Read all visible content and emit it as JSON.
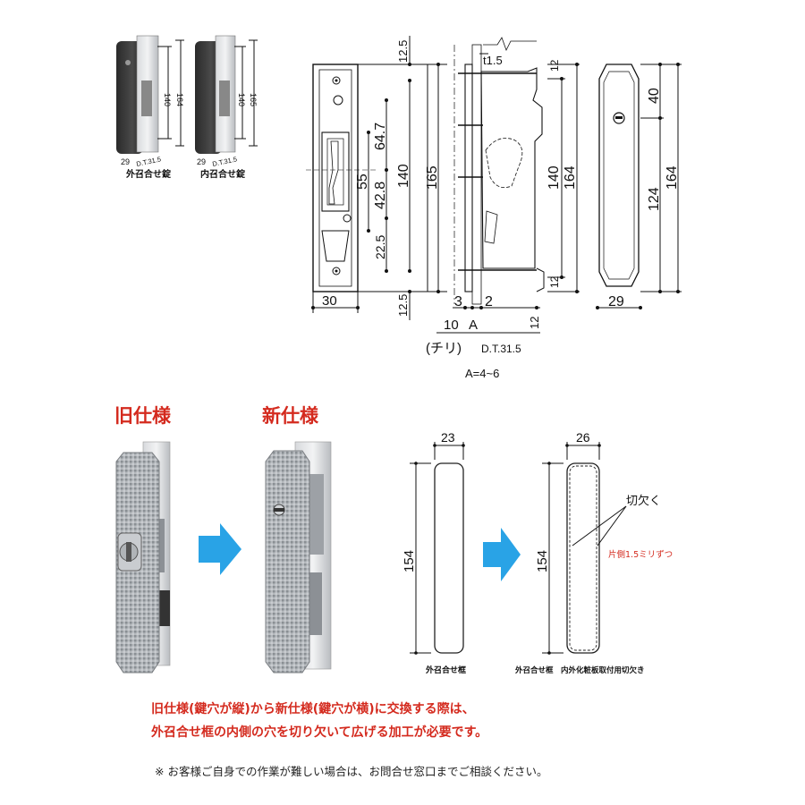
{
  "thumbs": {
    "left": {
      "width": "29",
      "dt": "D.T.31.5",
      "h1": "140",
      "h2": "164",
      "caption": "外召合せ錠"
    },
    "right": {
      "width": "29",
      "dt": "D.T.31.5",
      "h1": "140",
      "h2": "165",
      "caption": "内召合せ錠"
    }
  },
  "front": {
    "width": "30",
    "top": "12.5",
    "bottom": "12.5",
    "a": "64.7",
    "b": "55",
    "c": "42.8",
    "d": "22.5",
    "e": "140",
    "f": "165"
  },
  "side": {
    "t": "t1.5",
    "top": "12",
    "bottom": "12",
    "h1": "140",
    "h2": "164",
    "three": "3",
    "two": "2",
    "ten": "10",
    "a_label": "A",
    "twelve": "12",
    "chiri": "(チリ)",
    "dt": "D.T.31.5",
    "a_range": "A=4~6"
  },
  "back": {
    "top": "40",
    "mid": "124",
    "total": "164",
    "width": "29"
  },
  "headings": {
    "old": "旧仕様",
    "new": "新仕様"
  },
  "plates": {
    "p1": {
      "width": "23",
      "height": "154",
      "caption": "外召合せ框"
    },
    "p2": {
      "width": "26",
      "height": "154",
      "caption": "外召合せ框　内外化粧板取付用切欠き",
      "callout": "切欠く",
      "note": "片側1.5ミリずつ"
    }
  },
  "notice": {
    "line1": "旧仕様(鍵穴が縦)から新仕様(鍵穴が横)に交換する際は、",
    "line2": "外召合せ框の内側の穴を切り欠いて広げる加工が必要です。"
  },
  "footnote": "※ お客様ご自身での作業が難しい場合は、お問合せ窓口までご相談ください。",
  "colors": {
    "arrow": "#29a3e6",
    "accent": "#d42a1e",
    "metal": "#9aa0a6"
  }
}
